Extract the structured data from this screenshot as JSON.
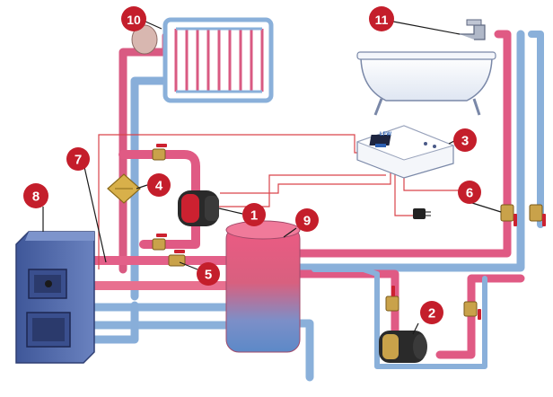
{
  "controller": {
    "brand": "LFW"
  },
  "colors": {
    "hot": "#e0507a",
    "cold": "#8fb4de",
    "badge": "#c41e2b",
    "boiler": "#4f6aa8",
    "tank_top": "#e84c78",
    "tank_bottom": "#5c89c8",
    "wire": "#d9434b",
    "brass": "#c9a24a"
  },
  "callouts": [
    {
      "label": "1",
      "refers_to": "circulation-pump"
    },
    {
      "label": "2",
      "refers_to": "hot-water-pump"
    },
    {
      "label": "3",
      "refers_to": "pump-controller"
    },
    {
      "label": "4",
      "refers_to": "filter"
    },
    {
      "label": "5",
      "refers_to": "valve"
    },
    {
      "label": "6",
      "refers_to": "shutoff-valves"
    },
    {
      "label": "7",
      "refers_to": "boiler-outlet"
    },
    {
      "label": "8",
      "refers_to": "boiler"
    },
    {
      "label": "9",
      "refers_to": "storage-tank"
    },
    {
      "label": "10",
      "refers_to": "radiator"
    },
    {
      "label": "11",
      "refers_to": "faucet"
    }
  ]
}
